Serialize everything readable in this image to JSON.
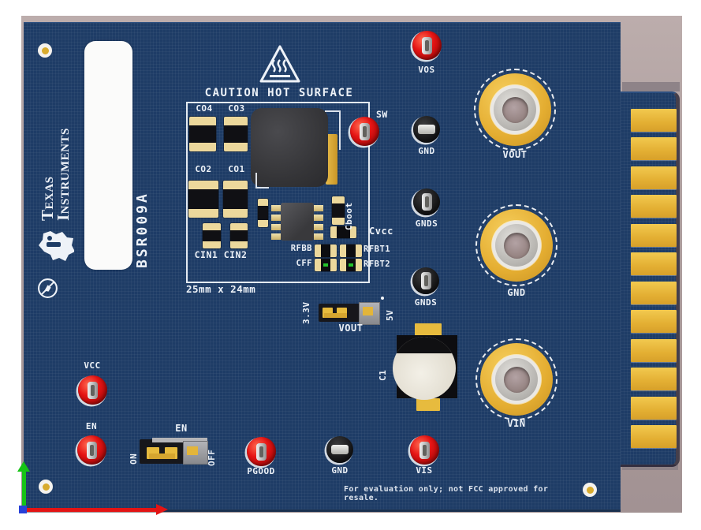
{
  "render": {
    "board_id": "BSR009A",
    "brand": {
      "line1": "Texas",
      "line2": "Instruments"
    },
    "caution_label": "CAUTION HOT SURFACE",
    "circuit_area_note": "25mm x 24mm",
    "footer_note": "For evaluation only; not FCC approved for resale."
  },
  "components": {
    "capacitors": {
      "co4": "CO4",
      "co3": "CO3",
      "co2": "CO2",
      "co1": "CO1",
      "cin_pair": "CIN1 CIN2",
      "cboot": "Cboot",
      "cvcc": "Cvcc",
      "cff": "CFF",
      "bulk_cap": "C1"
    },
    "resistors": {
      "rfbb": "RFBB",
      "rfbt1": "RFBT1",
      "rfbt2": "RFBT2"
    }
  },
  "test_points": {
    "vos": "VOS",
    "sw": "SW",
    "gnd_top": "GND",
    "gnds_upper": "GNDS",
    "gnds_lower": "GNDS",
    "vcc": "VCC",
    "en": "EN",
    "pgood": "PGOOD",
    "gnd_bottom": "GND",
    "vis": "VIS"
  },
  "connectors": {
    "vout_jack": "VOUT",
    "gnd_jack": "GND",
    "vin_jack": "VIN"
  },
  "switches": {
    "vout_select": {
      "name": "VOUT",
      "left_option": "3.3V",
      "right_option": "5V"
    },
    "enable": {
      "name": "EN",
      "left_option": "ON",
      "right_option": "OFF"
    }
  },
  "edge_connector": {
    "finger_count": 12
  },
  "colors": {
    "board": "#1e3c66",
    "backdrop": "#ab9c9c",
    "gold": "#e4b33a",
    "silkscreen": "#edf2f8",
    "test_point_red": "#d31111"
  }
}
